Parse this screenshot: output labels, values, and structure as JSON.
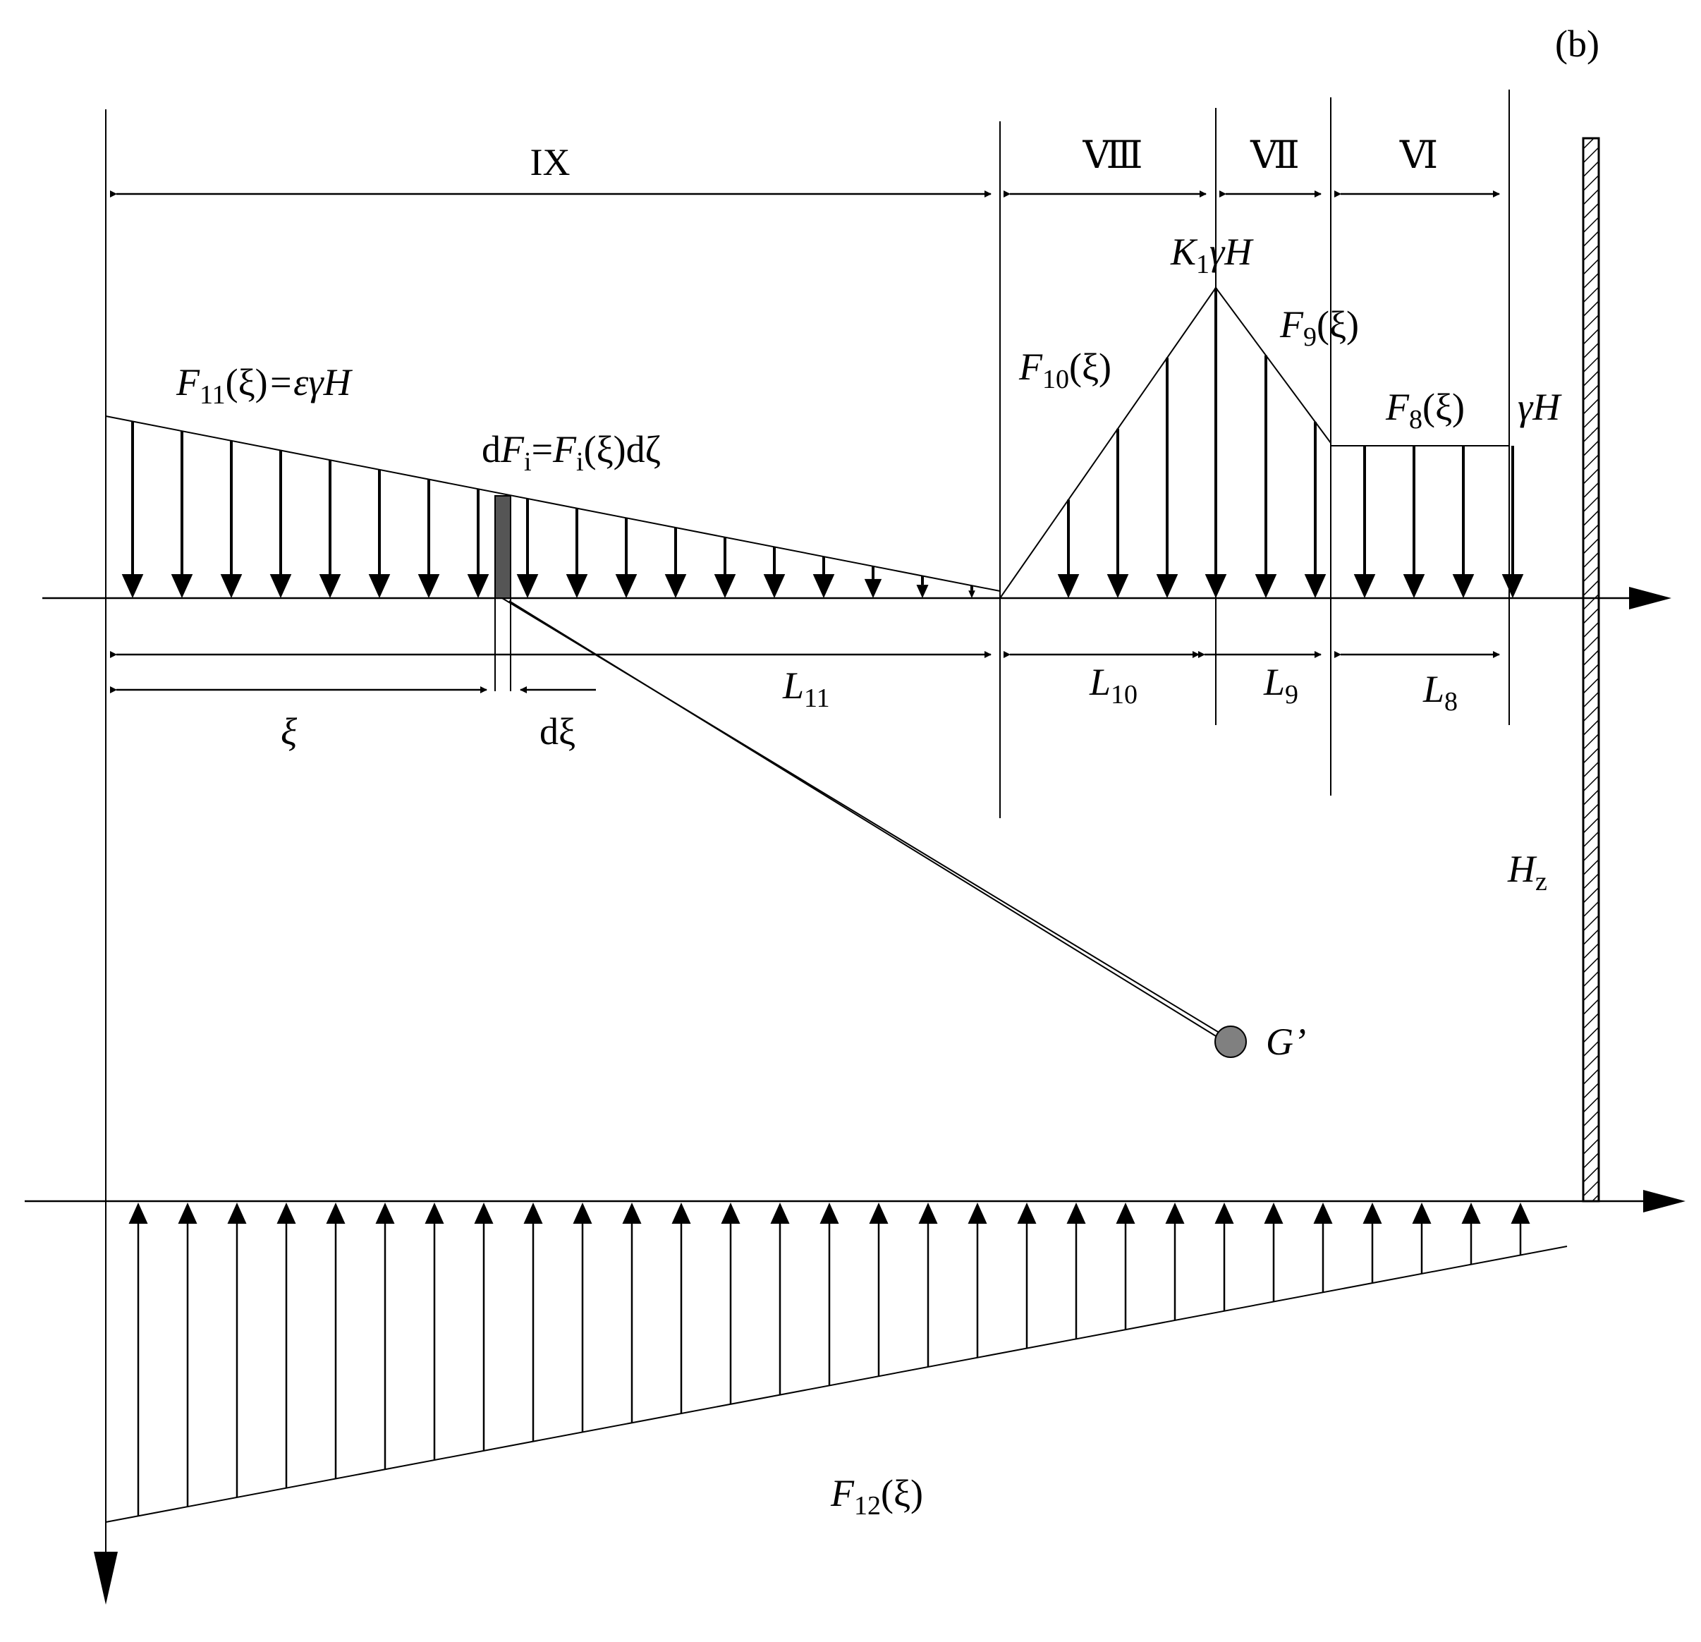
{
  "panel_label": "(b)",
  "zones": {
    "IX": "IX",
    "VIII": "Ⅷ",
    "VII": "Ⅶ",
    "VI": "Ⅵ"
  },
  "loads": {
    "F11": {
      "sym": "F",
      "sub": "11",
      "arg": "(ξ)",
      "rest": "=εγH"
    },
    "element": {
      "d": "d",
      "F": "F",
      "i": "i",
      "eq": "=",
      "F2": "F",
      "i2": "i",
      "arg": "(ξ)",
      "dz": "dζ"
    },
    "F10": {
      "sym": "F",
      "sub": "10",
      "arg": "(ξ)"
    },
    "K1": {
      "K": "K",
      "sub": "1",
      "rest": "γH"
    },
    "F9": {
      "sym": "F",
      "sub": "9",
      "arg": "(ξ)"
    },
    "F8": {
      "sym": "F",
      "sub": "8",
      "arg": "(ξ)"
    },
    "gammaH": "γH",
    "F12": {
      "sym": "F",
      "sub": "12",
      "arg": "(ξ)"
    }
  },
  "dims": {
    "L11": {
      "sym": "L",
      "sub": "11"
    },
    "L10": {
      "sym": "L",
      "sub": "10"
    },
    "L9": {
      "sym": "L",
      "sub": "9"
    },
    "L8": {
      "sym": "L",
      "sub": "8"
    },
    "xi": "ξ",
    "dxi": "dξ"
  },
  "Hz": {
    "sym": "H",
    "sub": "z"
  },
  "G": "G’",
  "colors": {
    "line": "#000000",
    "element_fill": "#555555",
    "gravity_point": "#808080",
    "hatch": "#000000"
  }
}
